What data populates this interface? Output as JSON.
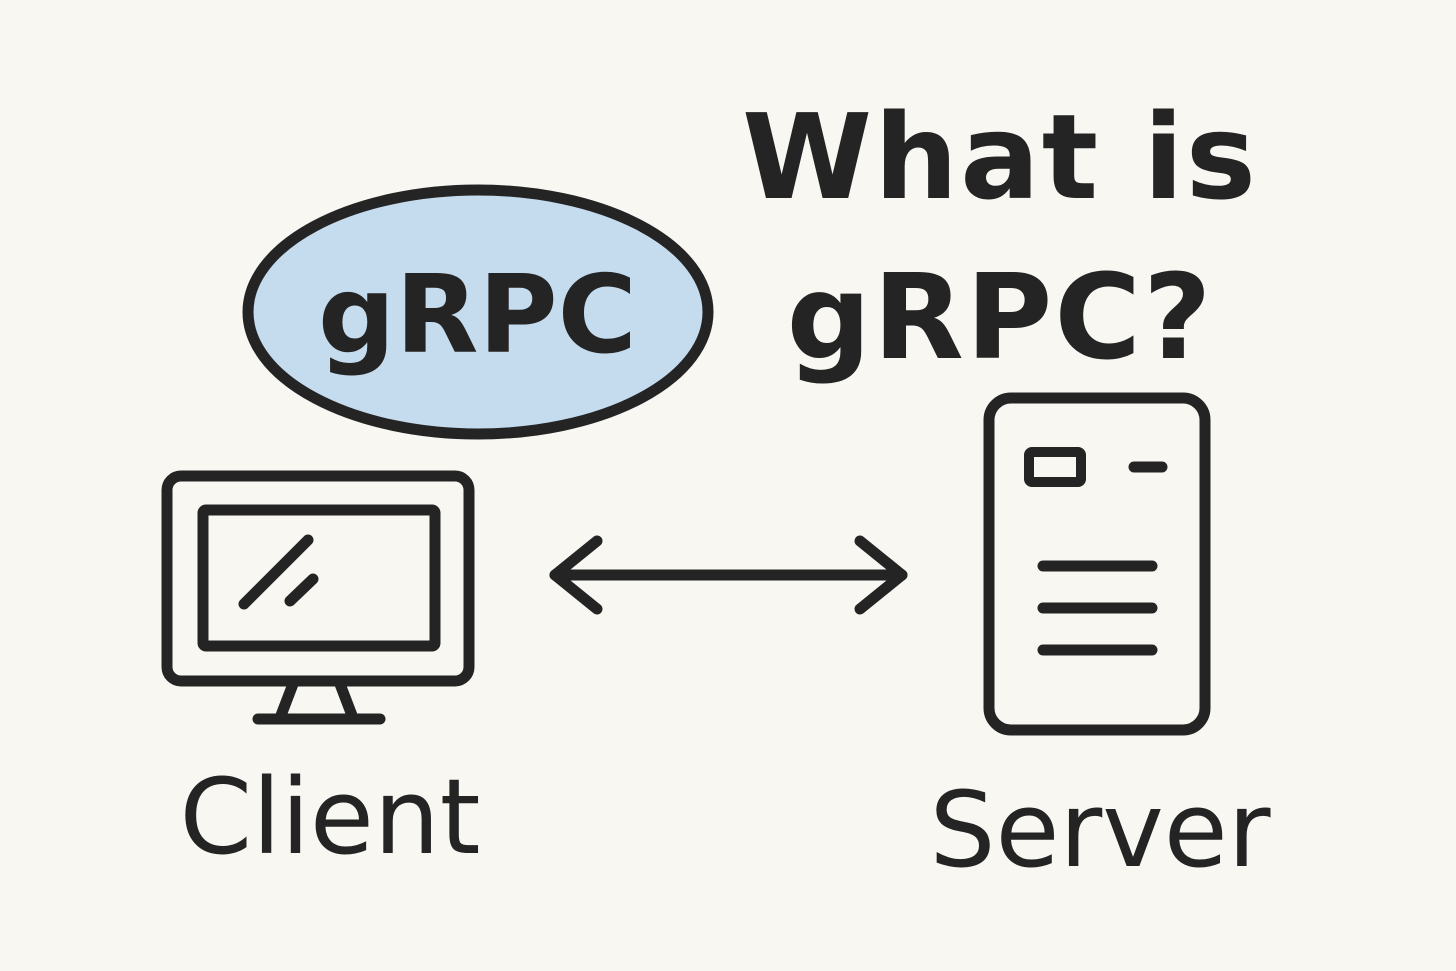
{
  "title": {
    "line1": "What is",
    "line2": "gRPC?"
  },
  "bubble": {
    "label": "gRPC",
    "fill_color": "#c5dbee"
  },
  "client": {
    "label": "Client",
    "icon": "monitor-icon"
  },
  "server": {
    "label": "Server",
    "icon": "server-icon"
  },
  "connection": {
    "icon": "bidirectional-arrow-icon"
  },
  "colors": {
    "background": "#f8f7f2",
    "stroke": "#242424"
  }
}
